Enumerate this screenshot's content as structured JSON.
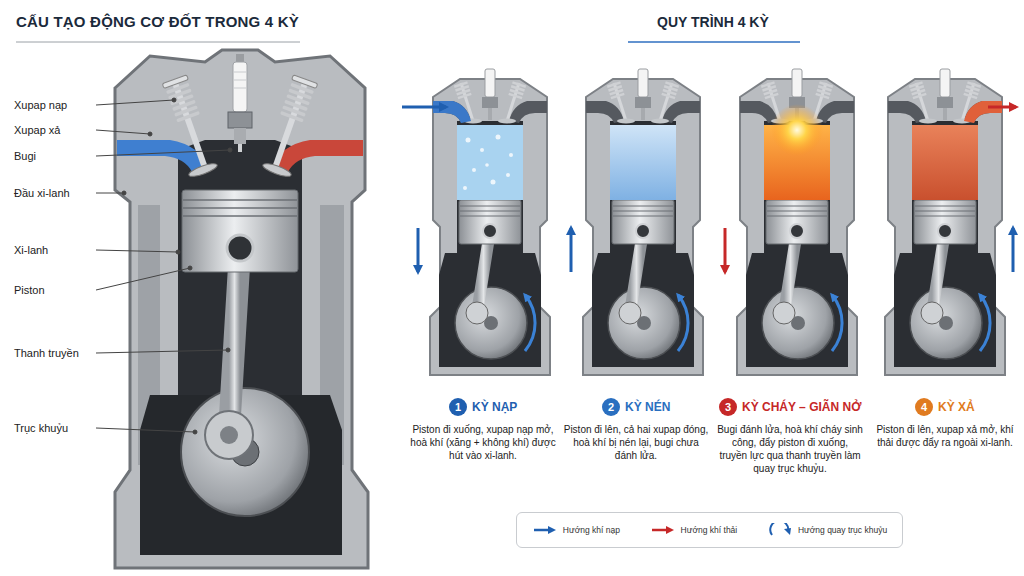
{
  "diagram": {
    "title": "CẤU TẠO ĐỘNG CƠ ĐỐT TRONG 4 KỲ",
    "nodes": [
      {
        "text": [
          "1",
          "KỲ NẠP"
        ]
      },
      {
        "text": [
          "2",
          "KỲ NÉN"
        ]
      },
      {
        "text": [
          "3",
          "KỲ CHÁY – GIÃN NỞ"
        ]
      },
      {
        "text": [
          "4",
          "KỲ XẢ"
        ]
      }
    ],
    "labels": [
      "Xupap nạp",
      "Xupap xả",
      "Bugi",
      "Đầu xi-lanh",
      "Xi-lanh",
      "Piston",
      "Thanh truyền",
      "Trục khuỷu",
      "QUY TRÌNH 4 KỲ",
      "Piston đi xuống, xupap nạp mở, hoà khí (xăng + không khí) được hút vào xi-lanh.",
      "Piston đi lên, cả hai xupap đóng, hoà khí bị nén lại, bugi chưa đánh lửa.",
      "Bugi đánh lửa, hoà khí cháy sinh công, đẩy piston đi xuống, truyền lực qua thanh truyền làm quay trục khuỷu.",
      "Piston đi lên, xupap xả mở, khí thải được đẩy ra ngoài xi-lanh."
    ],
    "legend": [
      {
        "text": "Hướng khí nạp"
      },
      {
        "text": "Hướng khí thải"
      },
      {
        "text": "Hướng quay trục khuỷu"
      }
    ]
  }
}
